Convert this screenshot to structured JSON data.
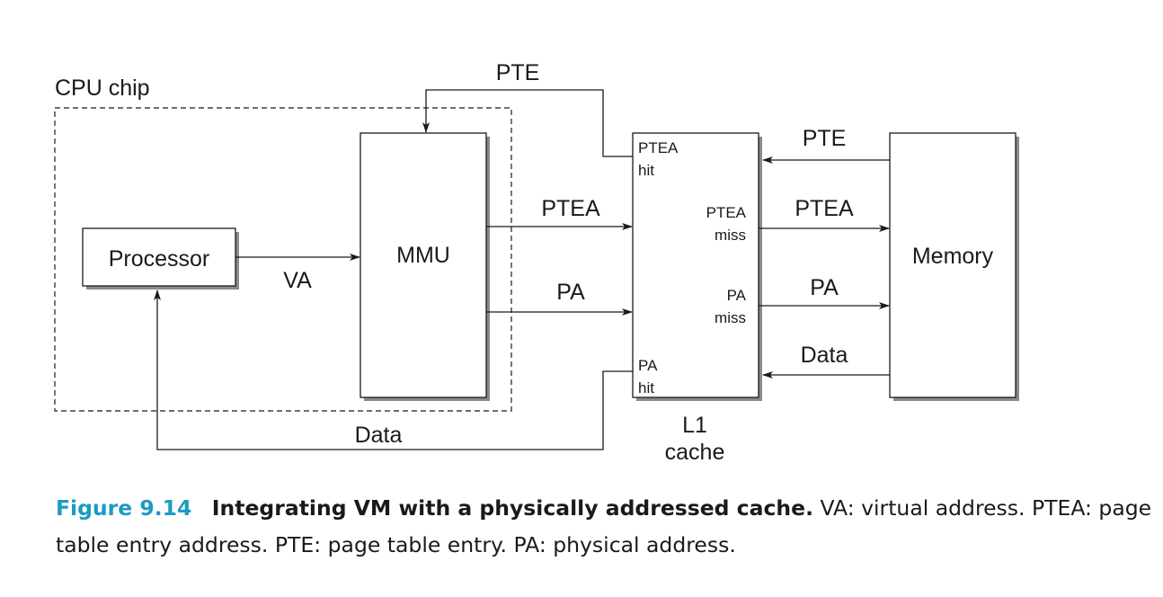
{
  "diagram": {
    "chip_label": "CPU chip",
    "processor_label": "Processor",
    "mmu_label": "MMU",
    "cache_label_line1": "L1",
    "cache_label_line2": "cache",
    "memory_label": "Memory",
    "va_label": "VA",
    "pte_top_label": "PTE",
    "ptea_mmu_label": "PTEA",
    "pa_mmu_label": "PA",
    "data_bottom_label": "Data",
    "cache_ptea_hit_line1": "PTEA",
    "cache_ptea_hit_line2": "hit",
    "cache_ptea_miss_line1": "PTEA",
    "cache_ptea_miss_line2": "miss",
    "cache_pa_miss_line1": "PA",
    "cache_pa_miss_line2": "miss",
    "cache_pa_hit_line1": "PA",
    "cache_pa_hit_line2": "hit",
    "mem_pte_label": "PTE",
    "mem_ptea_label": "PTEA",
    "mem_pa_label": "PA",
    "mem_data_label": "Data"
  },
  "caption": {
    "figure_number": "Figure 9.14",
    "title": "Integrating VM with a physically addressed cache.",
    "text": "VA: virtual address. PTEA: page table entry address. PTE: page table entry. PA: physical address."
  },
  "colors": {
    "figure_number": "#1b9bc3",
    "ink": "#1a1a1a"
  }
}
